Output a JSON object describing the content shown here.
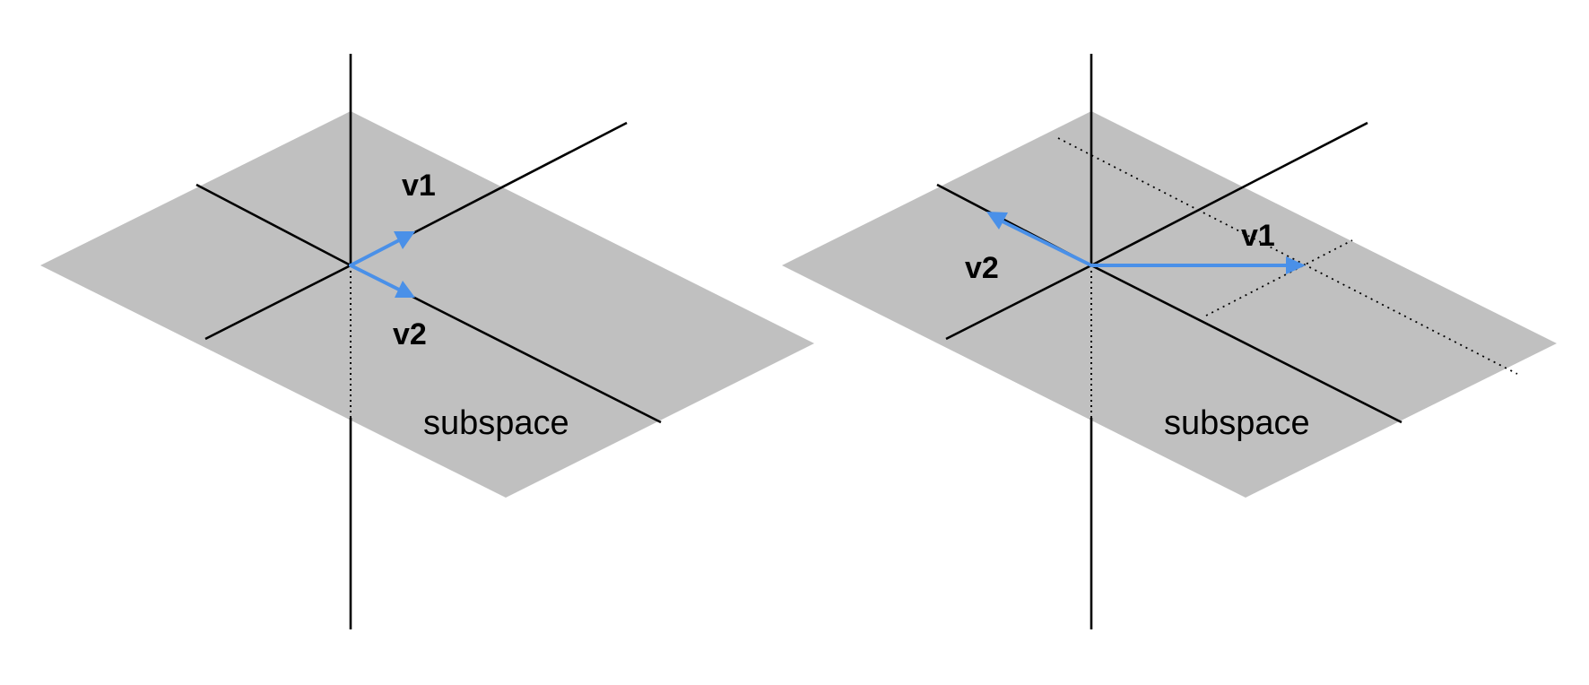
{
  "colors": {
    "plane": "#c0c0c0",
    "axis": "#000000",
    "vector": "#4a90e8",
    "background": "#ffffff"
  },
  "panels": [
    {
      "id": "left",
      "plane_label": "subspace",
      "vectors": [
        {
          "id": "v1",
          "label": "v1"
        },
        {
          "id": "v2",
          "label": "v2"
        }
      ]
    },
    {
      "id": "right",
      "plane_label": "subspace",
      "vectors": [
        {
          "id": "v1",
          "label": "v1"
        },
        {
          "id": "v2",
          "label": "v2"
        }
      ]
    }
  ]
}
